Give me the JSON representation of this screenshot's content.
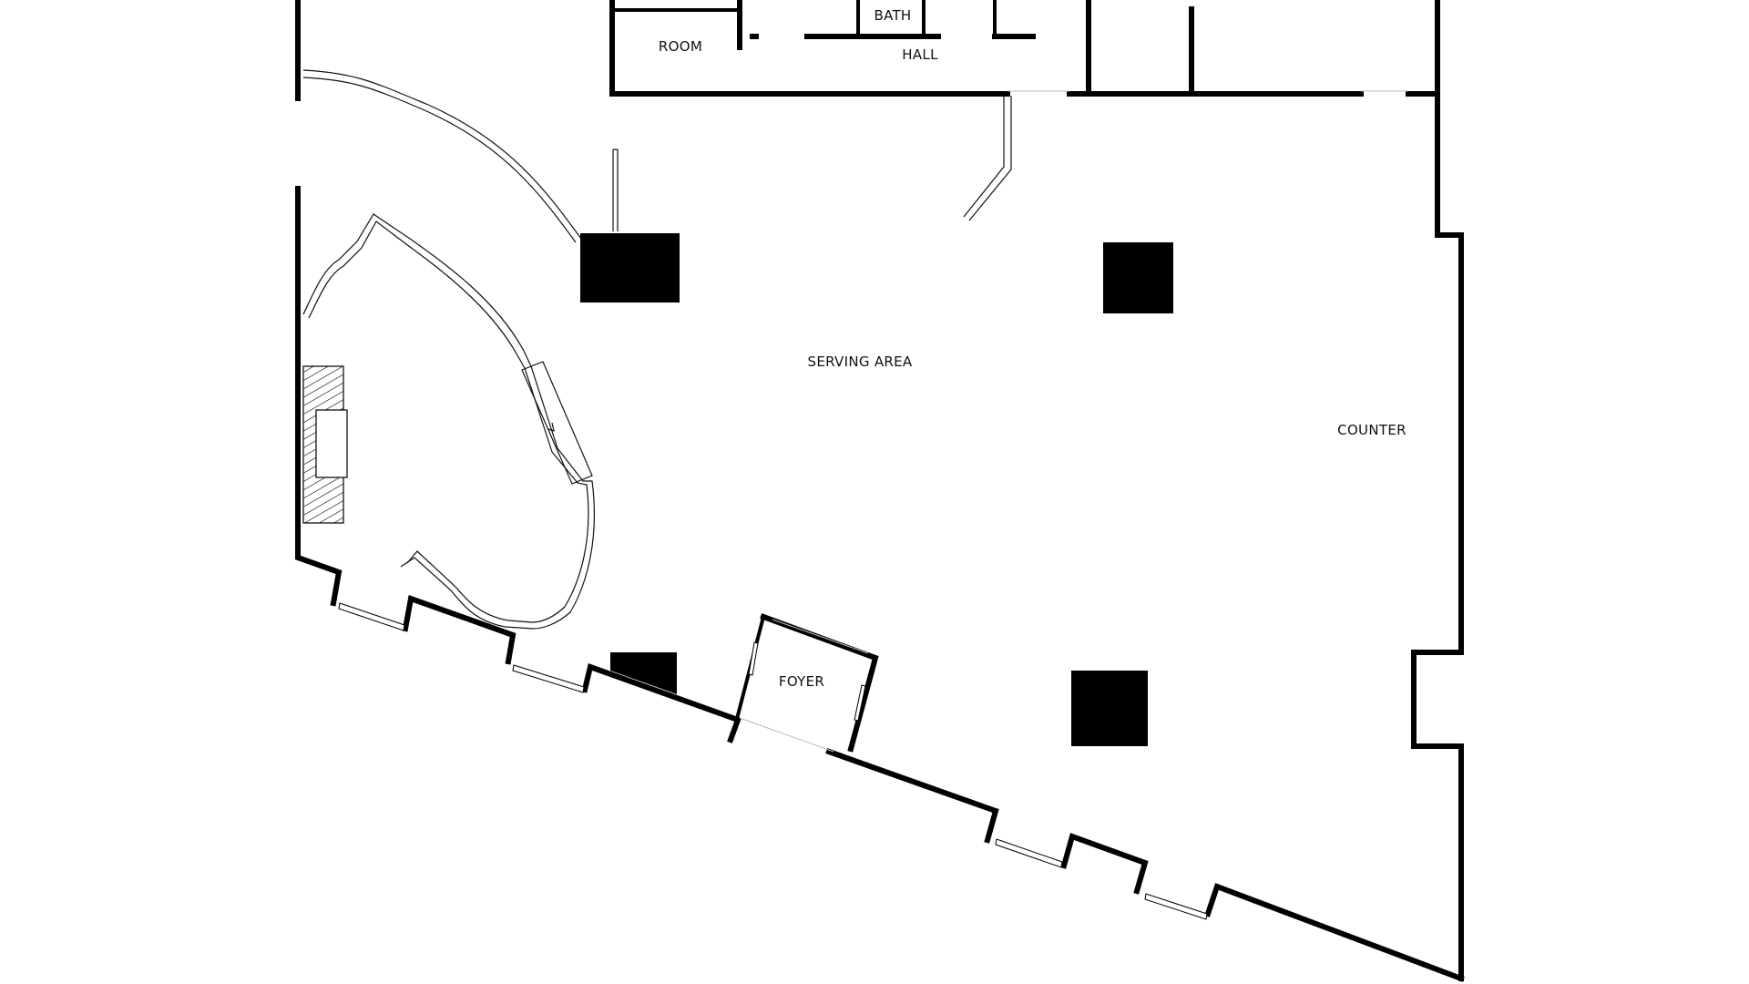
{
  "rooms": {
    "room": "ROOM",
    "bath": "BATH",
    "hall": "HALL",
    "serving_area": "SERVING AREA",
    "counter": "COUNTER",
    "foyer": "FOYER"
  },
  "colors": {
    "wall": "#000000",
    "background": "#ffffff",
    "column": "#000000"
  }
}
